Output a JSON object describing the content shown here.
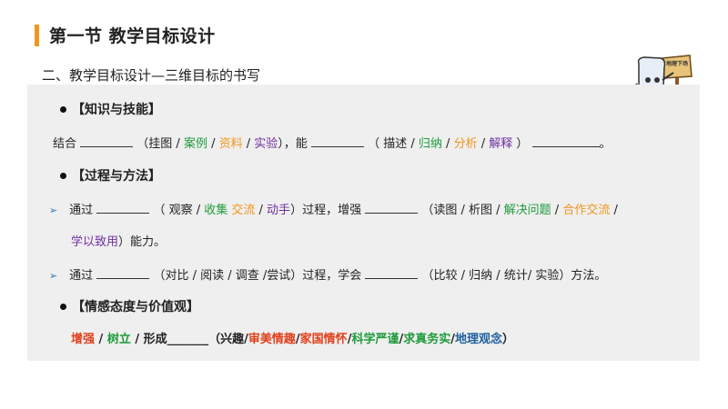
{
  "title": "第一节  教学目标设计",
  "subtitle": "二、教学目标设计—三维目标的书写",
  "mascot_sign": "地理下场",
  "colors": {
    "accent": "#F0961E",
    "green": "#1E9B3C",
    "orange": "#F0961E",
    "purple": "#7030A0",
    "blue": "#1F5FA0",
    "red": "#E2401C"
  },
  "section1": {
    "heading": "【知识与技能】",
    "l_prefix": "结合",
    "l_open": "（挂图 / ",
    "l_case": "案例",
    "l_sep1": " / ",
    "l_material": "资料",
    "l_sep2": " / ",
    "l_experiment": "实验",
    "l_mid": "），能",
    "l_open2": "（ 描述 / ",
    "l_induce": "归纳",
    "l_sep3": " / ",
    "l_analyze": "分析",
    "l_sep4": "  / ",
    "l_explain": "解释",
    "l_close": "  ）",
    "l_end": "。"
  },
  "section2": {
    "heading": "【过程与方法】",
    "a_prefix": "通过",
    "a_open": "（ 观察 / ",
    "a_collect": "收集",
    "a_sp": "  ",
    "a_exchange": "交流",
    "a_sep": "  / ",
    "a_hands": "动手",
    "a_mid": "）过程，增强",
    "a_open2": "（读图 / 析图 / ",
    "a_solve": "解决问题",
    "a_sep2": " / ",
    "a_coop": "合作交流",
    "a_tail": " /",
    "a2_apply": "学以致用",
    "a2_end": "）能力。",
    "b_prefix": "通过",
    "b_open": "（对比 / 阅读 / 调查 /尝试）过程，学会",
    "b_list": "（比较 / 归纳 / 统计/ 实验）方法。"
  },
  "section3": {
    "heading": "【情感态度与价值观】",
    "enhance": "增强",
    "sep1": " / ",
    "establish": "树立",
    "sep2": " / 形成",
    "blank": "_______",
    "open": "（兴趣/",
    "aesthetic": "审美情趣",
    "s1": "/",
    "patriot": "家国情怀",
    "s2": "/",
    "science": "科学严谨",
    "s3": "/",
    "truth": "求真务实",
    "s4": "/",
    "geo": "地理观念",
    "close": "）"
  }
}
